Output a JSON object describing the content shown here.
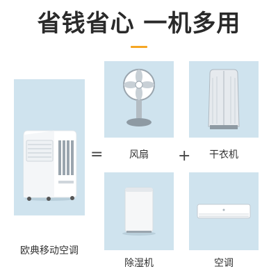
{
  "title": "省钱省心 一机多用",
  "main_product": {
    "label": "欧典移动空调",
    "icon": "portable-air-conditioner-icon"
  },
  "operators": {
    "equals": "=",
    "plus": "+"
  },
  "functions": [
    {
      "label": "风扇",
      "icon": "fan-icon"
    },
    {
      "label": "干衣机",
      "icon": "clothes-dryer-icon"
    },
    {
      "label": "除湿机",
      "icon": "dehumidifier-icon"
    },
    {
      "label": "空调",
      "icon": "air-conditioner-icon"
    }
  ],
  "colors": {
    "panel": "#cfe3ee",
    "accent": "#f5a623",
    "title": "#2a2a2a"
  }
}
